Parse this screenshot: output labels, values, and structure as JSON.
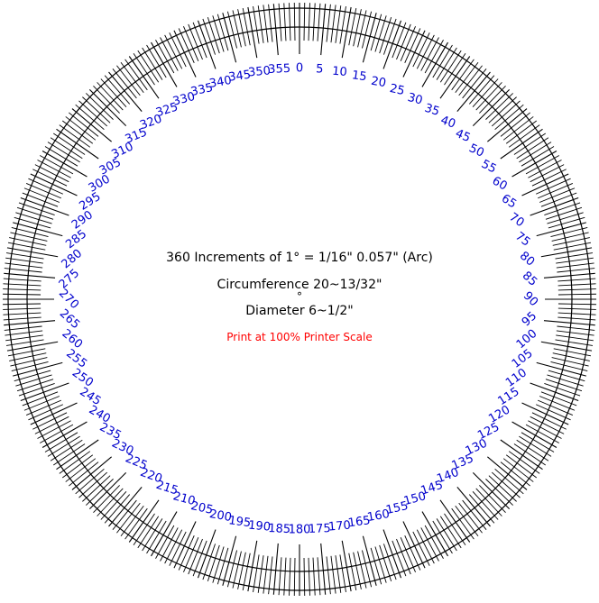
{
  "dial": {
    "label_color": "#0000cc",
    "line_color": "#000000",
    "label_step_degrees": 5,
    "tick_count": 360
  },
  "info": {
    "increments": "360 Increments of 1° = 1/16\" 0.057\" (Arc)",
    "circumference": "Circumference 20~13/32\"",
    "center_mark": "°",
    "diameter": "Diameter 6~1/2\"",
    "print_note": "Print at 100% Printer Scale",
    "print_note_color": "#ff0000"
  }
}
